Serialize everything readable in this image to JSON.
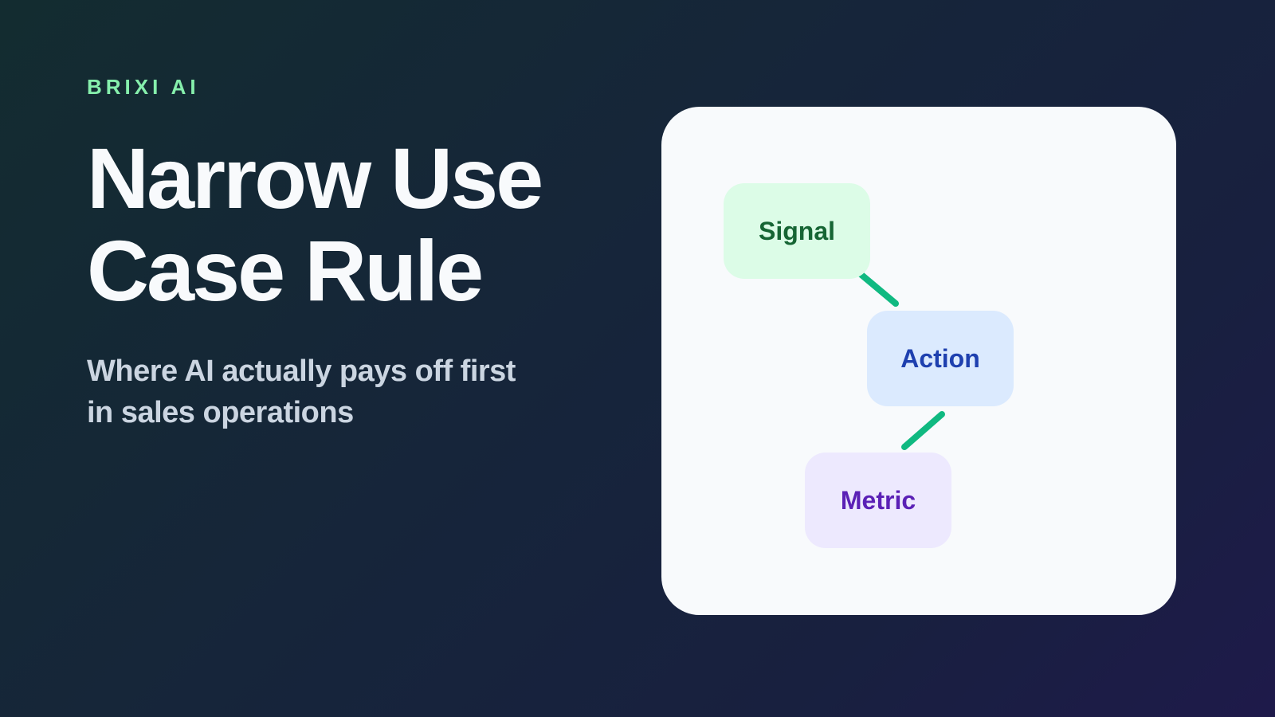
{
  "brand": {
    "name": "BRIXI AI"
  },
  "hero": {
    "title_line1": "Narrow Use",
    "title_line2": "Case Rule",
    "subtitle_line1": "Where AI actually pays off first",
    "subtitle_line2": "in sales operations"
  },
  "diagram": {
    "nodes": [
      {
        "label": "Signal",
        "bg": "#dcfce7",
        "fg": "#166534"
      },
      {
        "label": "Action",
        "bg": "#dbeafe",
        "fg": "#1e40af"
      },
      {
        "label": "Metric",
        "bg": "#ede9fe",
        "fg": "#5b21b6"
      }
    ],
    "connector_color": "#10b981"
  },
  "colors": {
    "brand_accent": "#86efac",
    "card_bg": "#f8fafc",
    "title": "#f8fafc",
    "subtitle": "#cbd5e1"
  }
}
